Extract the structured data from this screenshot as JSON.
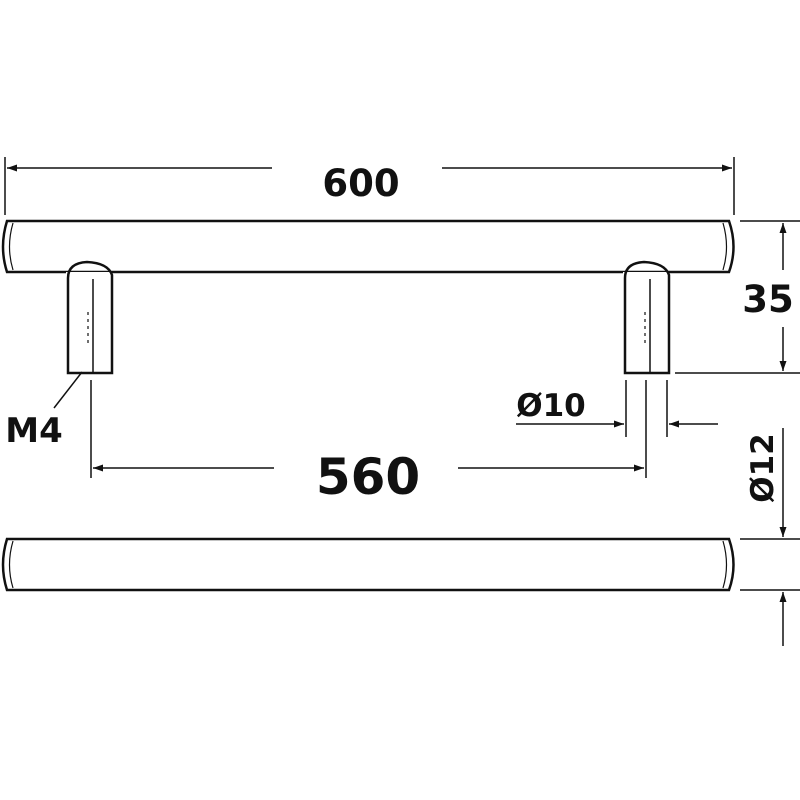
{
  "dimensions": {
    "overall_length": "600",
    "hole_centres": "560",
    "projection": "35",
    "leg_diameter": "Ø10",
    "bar_diameter": "Ø12",
    "thread": "M4"
  },
  "colors": {
    "line": "#111111",
    "background": "#ffffff"
  }
}
